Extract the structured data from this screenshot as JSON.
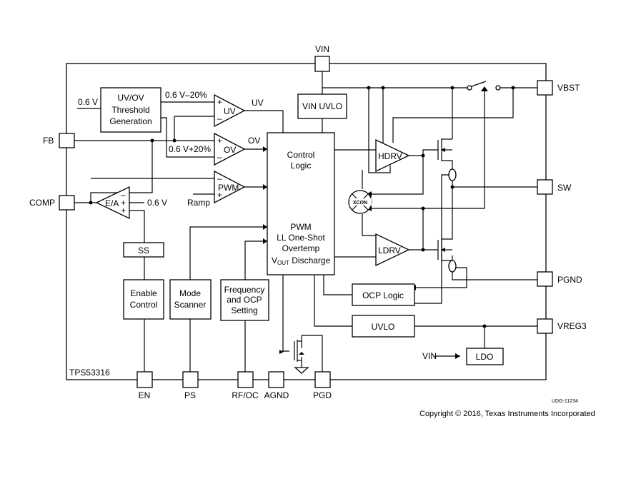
{
  "pins": {
    "vin": "VIN",
    "vbst": "VBST",
    "sw": "SW",
    "pgnd": "PGND",
    "vreg3": "VREG3",
    "fb": "FB",
    "comp": "COMP",
    "en": "EN",
    "ps": "PS",
    "rfoc": "RF/OC",
    "agnd": "AGND",
    "pgd": "PGD"
  },
  "blocks": {
    "uvov": [
      "UV/OV",
      "Threshold",
      "Generation"
    ],
    "vin_uvlo": "VIN UVLO",
    "control": [
      "Control",
      "Logic"
    ],
    "pwm_block": [
      "PWM",
      "LL One-Shot",
      "Overtemp"
    ],
    "vout_v": "V",
    "vout_sub": "OUT",
    "vout_rest": " Discharge",
    "ss": "SS",
    "enable": [
      "Enable",
      "Control"
    ],
    "mode": [
      "Mode",
      "Scanner"
    ],
    "freq": [
      "Frequency",
      "and OCP",
      "Setting"
    ],
    "ocp": "OCP Logic",
    "uvlo": "UVLO",
    "ldo": "LDO",
    "xcon": "XCON"
  },
  "comparators": {
    "uv": "UV",
    "ov": "OV",
    "pwm": "PWM",
    "ea": "E/A",
    "hdrv": "HDRV",
    "ldrv": "LDRV"
  },
  "signals": {
    "ref_06": "0.6 V",
    "uv_thr": "0.6 V–20%",
    "ov_thr": "0.6 V+20%",
    "uv_out": "UV",
    "ov_out": "OV",
    "ea_ref": "0.6 V",
    "ramp": "Ramp",
    "ldo_in": "VIN"
  },
  "signs": {
    "plus": "+",
    "minus": "–"
  },
  "part": "TPS53316",
  "doc_id": "UDG-11234",
  "copyright": "Copyright © 2016, Texas Instruments Incorporated"
}
